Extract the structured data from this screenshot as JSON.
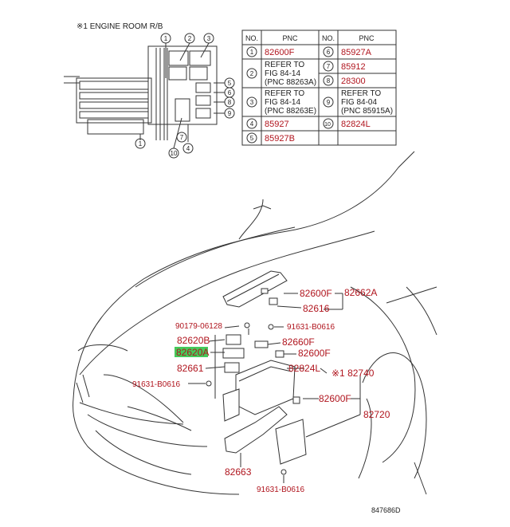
{
  "inset": {
    "title": "※1 ENGINE ROOM R/B",
    "callouts": [
      "1",
      "2",
      "3",
      "5",
      "6",
      "8",
      "9",
      "7",
      "4",
      "10",
      "1"
    ]
  },
  "table": {
    "headers": [
      "NO.",
      "PNC",
      "NO.",
      "PNC"
    ],
    "left": [
      {
        "no": "1",
        "pnc": [
          "82600F"
        ],
        "red": [
          true
        ]
      },
      {
        "no": "2",
        "pnc": [
          "REFER TO",
          "FIG 84-14",
          "(PNC 88263A)"
        ],
        "red": [
          false,
          false,
          false
        ]
      },
      {
        "no": "3",
        "pnc": [
          "REFER TO",
          "FIG 84-14",
          "(PNC 88263E)"
        ],
        "red": [
          false,
          false,
          false
        ]
      },
      {
        "no": "4",
        "pnc": [
          "85927"
        ],
        "red": [
          true
        ]
      },
      {
        "no": "5",
        "pnc": [
          "85927B"
        ],
        "red": [
          true
        ]
      }
    ],
    "right": [
      {
        "no": "6",
        "pnc": [
          "85927A"
        ]
      },
      {
        "no": "7",
        "pnc": [
          "85912"
        ]
      },
      {
        "no": "8",
        "pnc": [
          "28300"
        ]
      },
      {
        "no": "9",
        "pnc": [
          "REFER TO",
          "FIG 84-04",
          "(PNC 85915A)"
        ]
      },
      {
        "no": "10",
        "pnc": [
          "82824L"
        ]
      }
    ]
  },
  "labels": {
    "l82600F_top": "82600F",
    "l82662A": "82662A",
    "l82616": "82616",
    "l90179": "90179-06128",
    "l91631_a": "91631-B0616",
    "l82620B": "82620B",
    "l82660F": "82660F",
    "l82620A": "82620A",
    "l82600F_mid": "82600F",
    "l82661": "82661",
    "l82824L": "82824L",
    "l82740": "※1 82740",
    "l91631_b": "91631-B0616",
    "l82600F_low": "82600F",
    "l82720": "82720",
    "l82663": "82663",
    "l91631_c": "91631-B0616",
    "figure_code": "847686D"
  },
  "colors": {
    "part_red": "#b0151e",
    "highlight": "#46c95a",
    "line": "#333333"
  }
}
